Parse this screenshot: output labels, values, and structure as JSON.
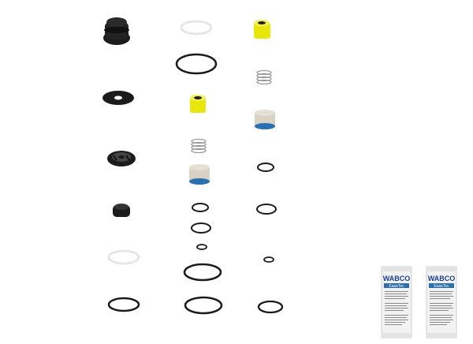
{
  "sachets": [
    {
      "brand": "WABCO",
      "product": "EaseTec"
    },
    {
      "brand": "WABCO",
      "product": "EaseTec"
    }
  ],
  "colors": {
    "background": "#ffffff",
    "rubber": "#1b1b1b",
    "yellow_part": "#e8e60a",
    "spring": "#9a9a9a",
    "filter": "#d8d2c4",
    "filter_band": "#2a6fb0",
    "white_ring": "#eeeeee",
    "sachet": "#f2f2f2",
    "brand_blue": "#1a3f8f"
  },
  "parts": [
    "rubber-boot",
    "white-backup-ring",
    "yellow-valve-insert",
    "large-o-ring",
    "spring",
    "rubber-disc-seal",
    "yellow-valve-insert",
    "filter-element",
    "spring",
    "ribbed-valve-disc",
    "filter-element",
    "small-o-ring",
    "rubber-plug",
    "small-o-ring",
    "small-o-ring",
    "small-o-ring",
    "white-backup-ring",
    "tiny-o-ring",
    "tiny-o-ring",
    "large-o-ring",
    "large-o-ring",
    "large-o-ring",
    "medium-o-ring",
    "grease-sachet",
    "grease-sachet"
  ]
}
